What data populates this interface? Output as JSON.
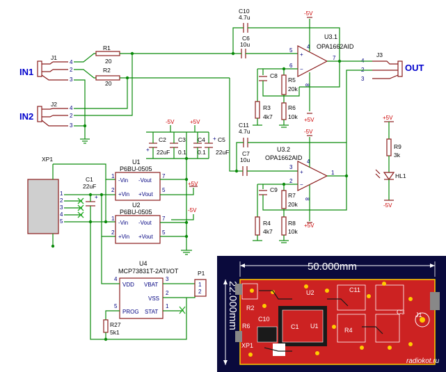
{
  "inputs": {
    "in1": "IN1",
    "in2": "IN2",
    "out": "OUT"
  },
  "connectors": {
    "j1": "J1",
    "j2": "J2",
    "j3": "J3",
    "xp1": "XP1",
    "p1": "P1"
  },
  "resistors": {
    "r1": {
      "ref": "R1",
      "value": "20"
    },
    "r2": {
      "ref": "R2",
      "value": "20"
    },
    "r3": {
      "ref": "R3",
      "value": "4k7"
    },
    "r4": {
      "ref": "R4",
      "value": "4k7"
    },
    "r5": {
      "ref": "R5",
      "value": "20k"
    },
    "r6": {
      "ref": "R6",
      "value": "10k"
    },
    "r7": {
      "ref": "R7",
      "value": "20k"
    },
    "r8": {
      "ref": "R8",
      "value": "10k"
    },
    "r9": {
      "ref": "R9",
      "value": "3k"
    },
    "r27": {
      "ref": "R27",
      "value": "5k1"
    }
  },
  "capacitors": {
    "c1": {
      "ref": "C1",
      "value": "22uF"
    },
    "c2": {
      "ref": "C2",
      "value": "22uF"
    },
    "c3": {
      "ref": "C3",
      "value": "0.1"
    },
    "c4": {
      "ref": "C4",
      "value": "0.1"
    },
    "c5": {
      "ref": "C5",
      "value": "22uF"
    },
    "c6": {
      "ref": "C6",
      "value": "10u"
    },
    "c7": {
      "ref": "C7",
      "value": "10u"
    },
    "c8": {
      "ref": "C8",
      "value": ""
    },
    "c9": {
      "ref": "C9",
      "value": ""
    },
    "c10": {
      "ref": "C10",
      "value": "4.7u"
    },
    "c11": {
      "ref": "C11",
      "value": "4.7u"
    }
  },
  "ics": {
    "u1": {
      "ref": "U1",
      "part": "P6BU-0505"
    },
    "u2": {
      "ref": "U2",
      "part": "P6BU-0505"
    },
    "u31": {
      "ref": "U3.1",
      "part": "OPA1662AID"
    },
    "u32": {
      "ref": "U3.2",
      "part": "OPA1662AID"
    },
    "u4": {
      "ref": "U4",
      "part": "MCP73831T-2ATI/OT"
    }
  },
  "led": {
    "ref": "HL1"
  },
  "dcdc_pins": {
    "vin_neg": "-Vin",
    "vin_pos": "+Vin",
    "vout_neg": "-Vout",
    "vout_pos": "+Vout"
  },
  "charger_pins": {
    "vdd": "VDD",
    "vbat": "VBAT",
    "vss": "VSS",
    "prog": "PROG",
    "stat": "STAT"
  },
  "rails": {
    "neg": "-5V",
    "pos": "+5V"
  },
  "pcb": {
    "width": "50.000mm",
    "height": "22.000mm",
    "watermark": "radiokot.ru"
  },
  "colors": {
    "wire": "#0a8a0a",
    "component": "#8a1a1a",
    "label_blue": "#0000cc",
    "power_red": "#cc0000",
    "pcb_bg": "#0a0a3c",
    "pcb_copper": "#cc2222"
  }
}
